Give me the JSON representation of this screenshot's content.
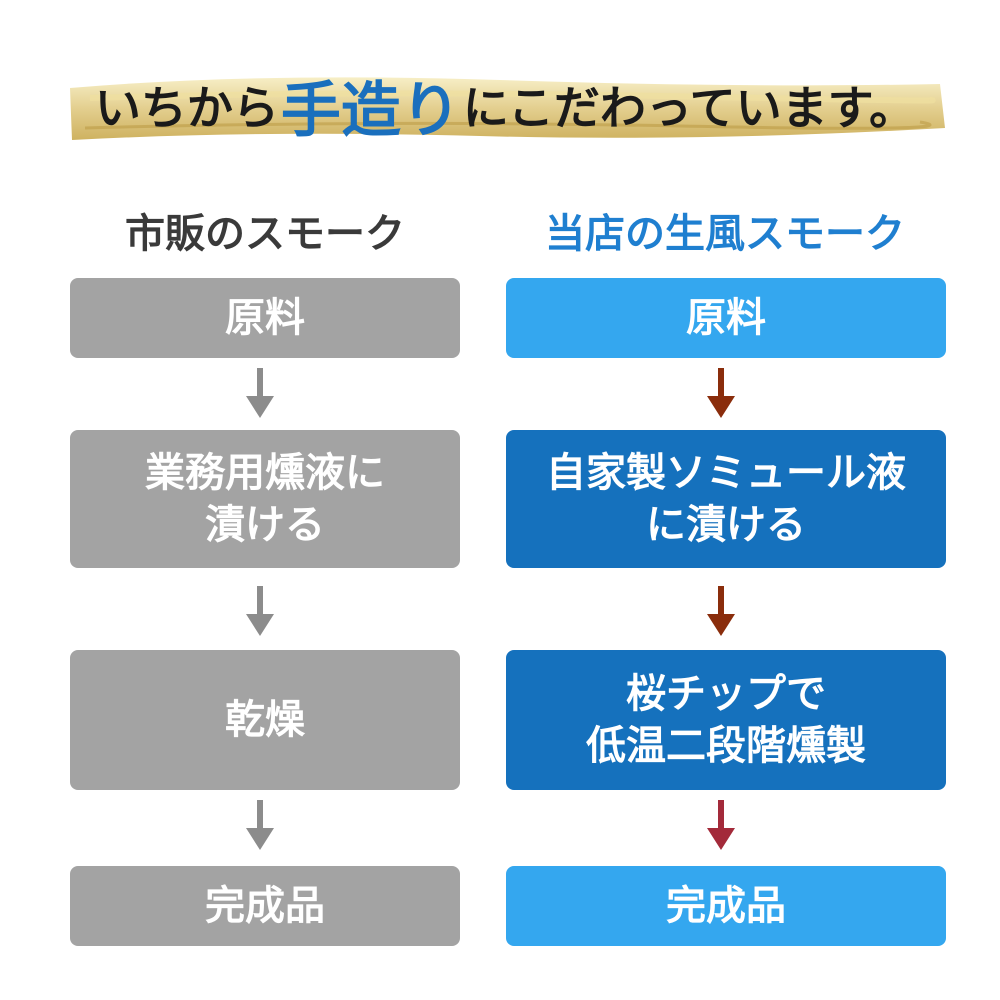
{
  "banner": {
    "prefix": "いちから",
    "highlight": "手造り",
    "suffix": "にこだわっています。"
  },
  "left_column": {
    "title": "市販のスモーク",
    "steps": [
      "原料",
      "業務用燻液に\n漬ける",
      "乾燥",
      "完成品"
    ]
  },
  "right_column": {
    "title": "当店の生風スモーク",
    "steps": [
      "原料",
      "自家製ソミュール液\nに漬ける",
      "桜チップで\n低温二段階燻製",
      "完成品"
    ]
  },
  "colors": {
    "gray_box": "#a3a3a3",
    "gray_arrow": "#8c8c8c",
    "light_blue_box": "#34a7ef",
    "dark_blue_box": "#1571bd",
    "brown_arrow": "#8a2d0c",
    "red_arrow": "#a32a3a",
    "banner_highlight": "#1a6fbd",
    "right_title": "#1f7fd0"
  }
}
